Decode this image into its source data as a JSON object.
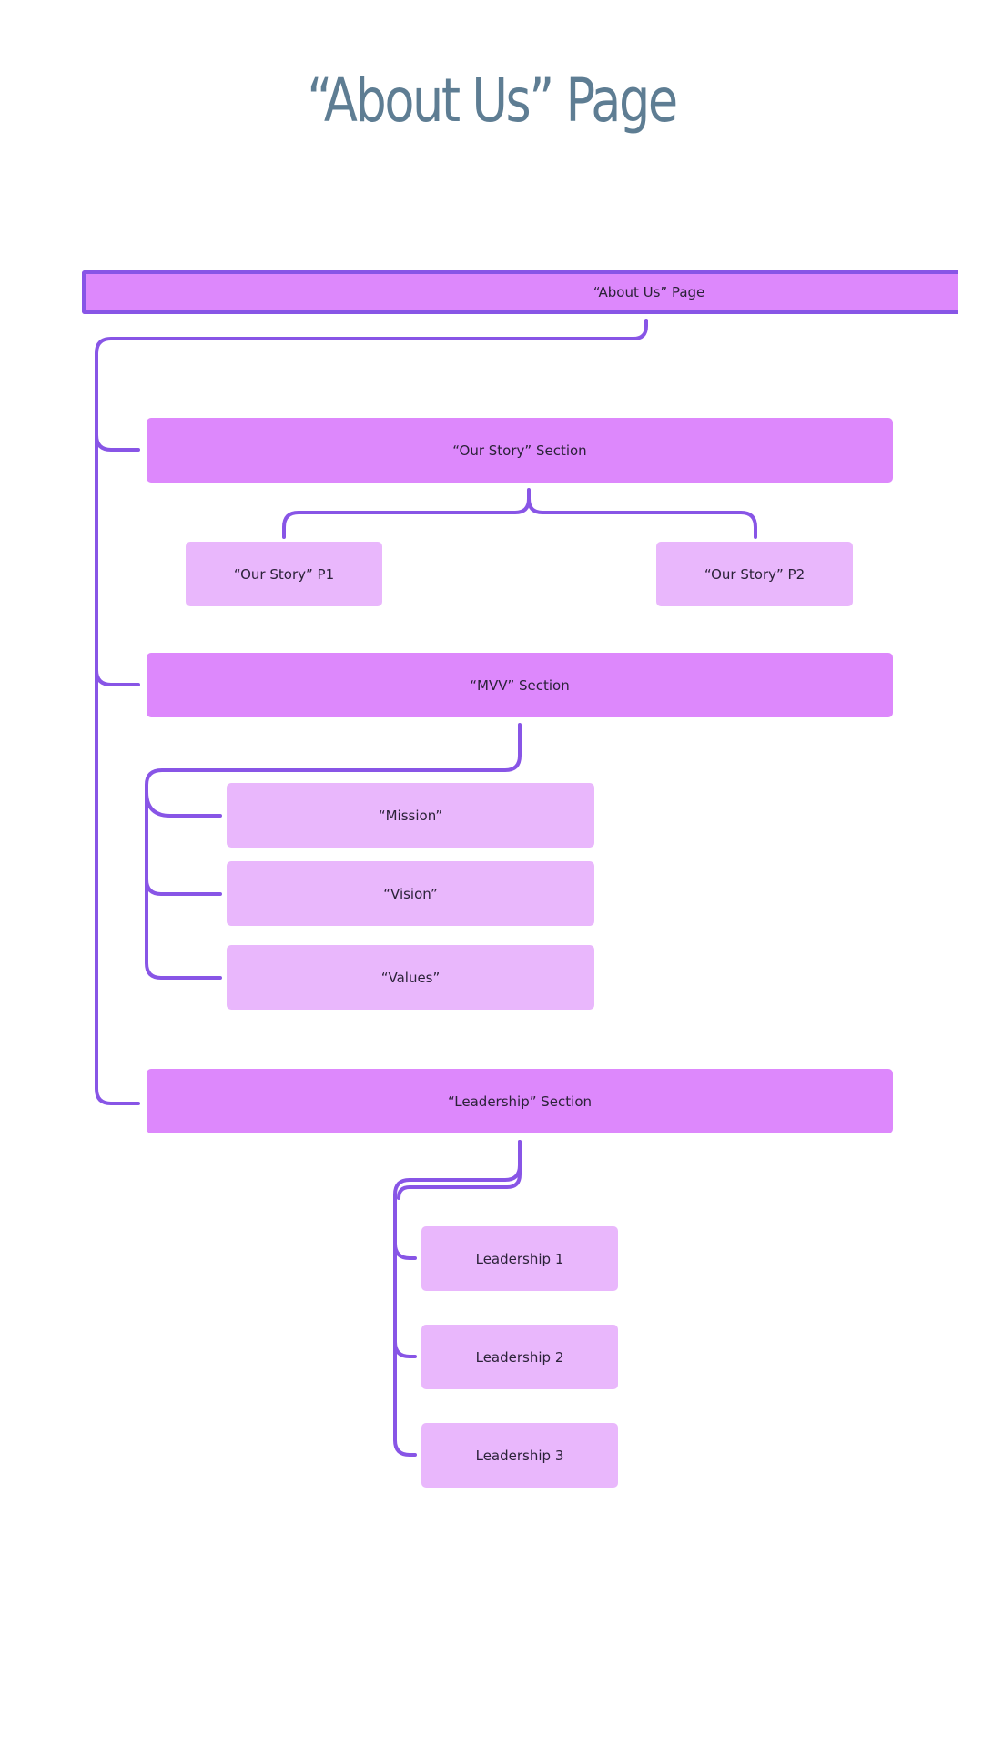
{
  "page_title": "“About Us” Page",
  "colors": {
    "title": "#5e7d93",
    "connector": "#8855e6",
    "section_fill": "#dd88fc",
    "item_fill": "#e9b7fc"
  },
  "tree": {
    "root": "“About Us” Page",
    "sections": [
      {
        "label": "“Our Story” Section",
        "children": [
          "“Our Story” P1",
          "“Our Story” P2"
        ]
      },
      {
        "label": "“MVV” Section",
        "children": [
          "“Mission”",
          "“Vision”",
          "“Values”"
        ]
      },
      {
        "label": "“Leadership” Section",
        "children": [
          "Leadership 1",
          "Leadership 2",
          "Leadership 3"
        ]
      }
    ]
  }
}
